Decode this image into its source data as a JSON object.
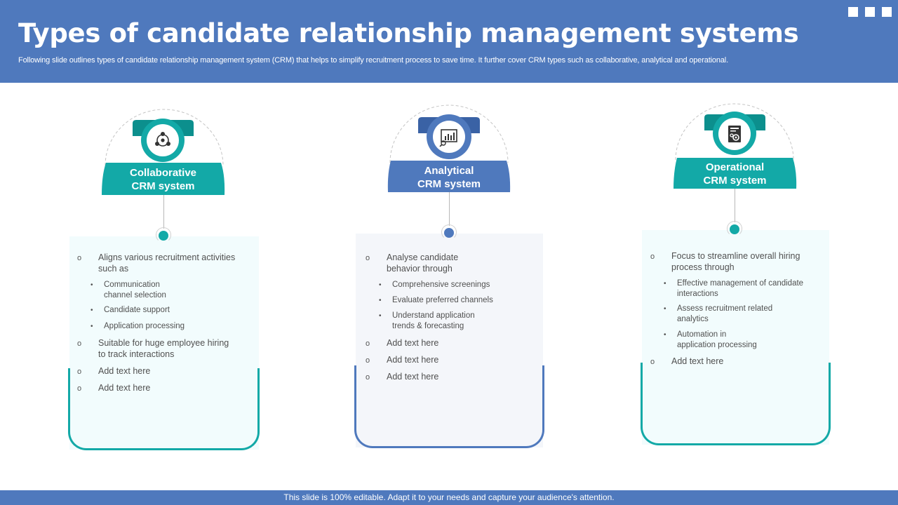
{
  "header": {
    "title": "Types of candidate relationship management systems",
    "subtitle": "Following slide outlines types of candidate relationship management system (CRM) that helps to simplify recruitment process to save time. It further cover CRM types such as collaborative, analytical and operational."
  },
  "footer": {
    "text": "This slide is 100% editable. Adapt it to your needs and capture your audience's attention."
  },
  "colors": {
    "header": "#4f79bd",
    "teal": "#13a9a7",
    "blue": "#4f79bd",
    "card_teal_bg": "#f2fcfd",
    "card_blue_bg": "#f4f6fa"
  },
  "columns": [
    {
      "title_line1": "Collaborative",
      "title_line2": "CRM system",
      "icon": "team-network-icon",
      "items": [
        {
          "text1": "Aligns various recruitment activities",
          "text2": "such as"
        },
        {
          "text1": "Suitable for huge employee hiring",
          "text2": "to track interactions"
        },
        {
          "text1": "Add text here"
        },
        {
          "text1": "Add text here"
        }
      ],
      "subitems": [
        {
          "text1": "Communication",
          "text2": "channel selection"
        },
        {
          "text1": "Candidate support"
        },
        {
          "text1": "Application processing"
        }
      ]
    },
    {
      "title_line1": "Analytical",
      "title_line2": "CRM system",
      "icon": "analytics-chart-icon",
      "items": [
        {
          "text1": "Analyse candidate",
          "text2": "behavior  through"
        },
        {
          "text1": "Add text here"
        },
        {
          "text1": "Add text here"
        },
        {
          "text1": "Add text here"
        }
      ],
      "subitems": [
        {
          "text1": "Comprehensive screenings"
        },
        {
          "text1": "Evaluate preferred channels"
        },
        {
          "text1": "Understand application",
          "text2": "trends & forecasting"
        }
      ]
    },
    {
      "title_line1": "Operational",
      "title_line2": "CRM system",
      "icon": "settings-document-icon",
      "items": [
        {
          "text1": "Focus to streamline overall  hiring",
          "text2": "process through"
        },
        {
          "text1": "Add text here"
        }
      ],
      "subitems": [
        {
          "text1": "Effective management of candidate",
          "text2": "interactions"
        },
        {
          "text1": "Assess recruitment related",
          "text2": "analytics"
        },
        {
          "text1": "Automation in",
          "text2": "application processing"
        }
      ]
    }
  ]
}
